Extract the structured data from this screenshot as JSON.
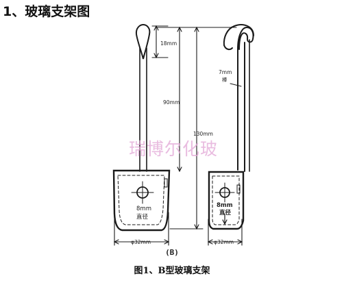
{
  "heading": "1、玻璃支架图",
  "watermark": "瑞博尔化玻",
  "sublabel": "(B)",
  "caption": "图1、B型玻璃支架",
  "dimensions": {
    "dim_18": "18mm",
    "dim_90": "90mm",
    "dim_130": "130mm",
    "rod_dia": "7mm",
    "rod_word": "棒",
    "hole_left": "8mm",
    "hole_left_word": "直径",
    "hole_right": "8mm",
    "hole_right_word": "直径",
    "base_left": "φ32mm",
    "base_right": "φ32mm"
  },
  "colors": {
    "line": "#1a1a1a",
    "watermark": "#e2a6d6"
  }
}
